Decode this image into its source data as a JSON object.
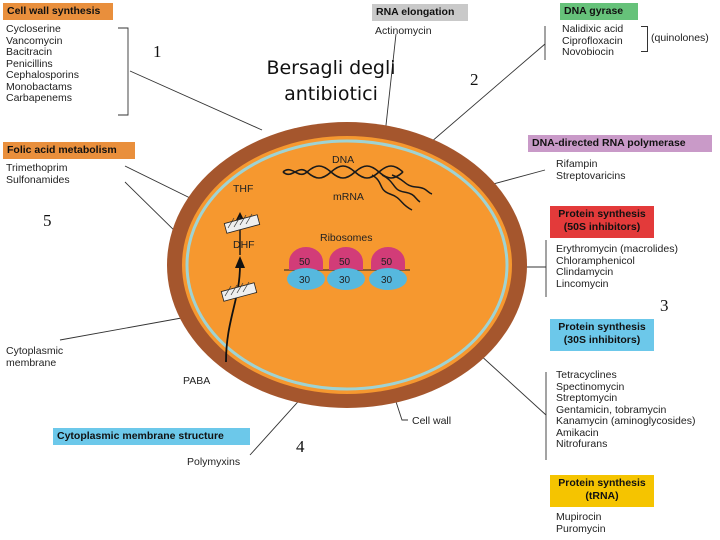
{
  "title": [
    "Bersagli degli",
    "antibiotici"
  ],
  "numbers": {
    "n1": "1",
    "n2": "2",
    "n3": "3",
    "n4": "4",
    "n5": "5"
  },
  "colors": {
    "orange": "#e98f3c",
    "gray": "#c9c9c9",
    "green": "#66c27a",
    "purple": "#c99ac8",
    "red": "#e33a3a",
    "blue": "#6cc8ea",
    "yellow": "#f5c400",
    "wall": "#a5562d",
    "cytoplasm": "#f6982f",
    "membrane": "#9fd3d3",
    "ribosome_large": "#d23c78",
    "ribosome_small": "#56b8de"
  },
  "cell_wall_synthesis": {
    "header": "Cell wall synthesis",
    "drugs": [
      "Cycloserine",
      "Vancomycin",
      "Bacitracin",
      "Penicillins",
      "Cephalosporins",
      "Monobactams",
      "Carbapenems"
    ]
  },
  "rna_elongation": {
    "header": "RNA elongation",
    "drugs": [
      "Actinomycin"
    ]
  },
  "dna_gyrase": {
    "header": "DNA gyrase",
    "drugs": [
      "Nalidixic acid",
      "Ciprofloxacin",
      "Novobiocin"
    ],
    "note": "(quinolones)"
  },
  "rna_polymerase": {
    "header": "DNA-directed RNA polymerase",
    "drugs": [
      "Rifampin",
      "Streptovaricins"
    ]
  },
  "folic_acid": {
    "header": "Folic acid metabolism",
    "drugs": [
      "Trimethoprim",
      "Sulfonamides"
    ]
  },
  "protein_50s": {
    "header_line1": "Protein synthesis",
    "header_line2": "(50S inhibitors)",
    "drugs": [
      "Erythromycin (macrolides)",
      "Chloramphenicol",
      "Clindamycin",
      "Lincomycin"
    ]
  },
  "protein_30s": {
    "header_line1": "Protein synthesis",
    "header_line2": "(30S inhibitors)",
    "drugs": [
      "Tetracyclines",
      "Spectinomycin",
      "Streptomycin",
      "Gentamicin, tobramycin",
      "Kanamycin (aminoglycosides)",
      "Amikacin",
      "Nitrofurans"
    ]
  },
  "protein_trna": {
    "header_line1": "Protein synthesis",
    "header_line2": "(tRNA)",
    "drugs": [
      "Mupirocin",
      "Puromycin"
    ]
  },
  "membrane_structure": {
    "header": "Cytoplasmic membrane structure",
    "drugs": [
      "Polymyxins"
    ]
  },
  "cell_labels": {
    "dna": "DNA",
    "mrna": "mRNA",
    "ribosomes": "Ribosomes",
    "thf": "THF",
    "dhf": "DHF",
    "paba": "PABA",
    "cytoplasmic_membrane": [
      "Cytoplasmic",
      "membrane"
    ],
    "cell_wall": "Cell wall",
    "r50": "50",
    "r30": "30"
  }
}
